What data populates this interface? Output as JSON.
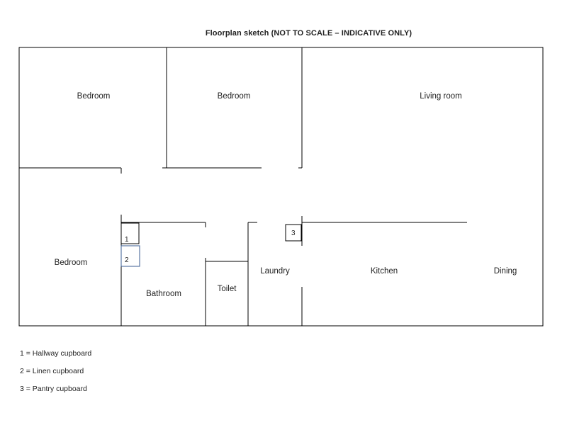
{
  "title": "Floorplan sketch (NOT TO SCALE – INDICATIVE ONLY)",
  "rooms": {
    "bedroom_1": "Bedroom",
    "bedroom_2": "Bedroom",
    "living_room": "Living room",
    "bedroom_3": "Bedroom",
    "bathroom": "Bathroom",
    "toilet": "Toilet",
    "laundry": "Laundry",
    "kitchen": "Kitchen",
    "dining": "Dining"
  },
  "cupboards": {
    "hallway": "1",
    "linen": "2",
    "pantry": "3"
  },
  "legend": [
    "1 = Hallway cupboard",
    "2 = Linen cupboard",
    "3 = Pantry cupboard"
  ],
  "colors": {
    "walls": "#000000",
    "linen_cupboard_outline": "#4a6a9a",
    "text": "#222222"
  }
}
